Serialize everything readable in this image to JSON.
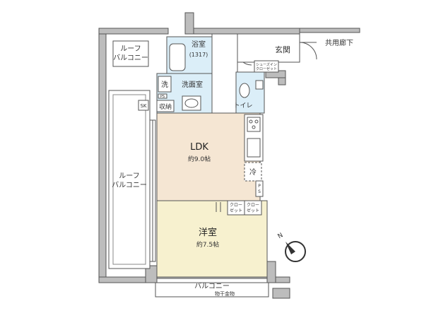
{
  "labels": {
    "roof_balcony_top": [
      "ルーフ",
      "バルコニー"
    ],
    "roof_balcony_side": [
      "ルーフ",
      "バルコニー"
    ],
    "bathroom": "浴室",
    "bathroom_size": "(1317)",
    "entrance": "玄関",
    "common_corridor": "共用廊下",
    "shoe_cabinet": [
      "シューズイン",
      "クローゼット"
    ],
    "wash_machine": "洗",
    "washroom": "洗面室",
    "ps_top": "PS",
    "ps_mid": [
      "P",
      "S"
    ],
    "sk": "SK",
    "storage": "収納",
    "toilet": "トイレ",
    "ldk": "LDK",
    "ldk_size": "約9.0帖",
    "fridge": "冷",
    "closet_1": [
      "クロー",
      "ゼット"
    ],
    "closet_2": [
      "クロー",
      "ゼット"
    ],
    "bedroom": "洋室",
    "bedroom_size": "約7.5帖",
    "balcony": "バルコニー",
    "laundry": "物干金物",
    "north": "N"
  },
  "colors": {
    "ldk_floor": "#f5e6d3",
    "bedroom_floor": "#f7f1cf",
    "wet_area": "#dbeef8",
    "wall": "#bdbdbd"
  }
}
